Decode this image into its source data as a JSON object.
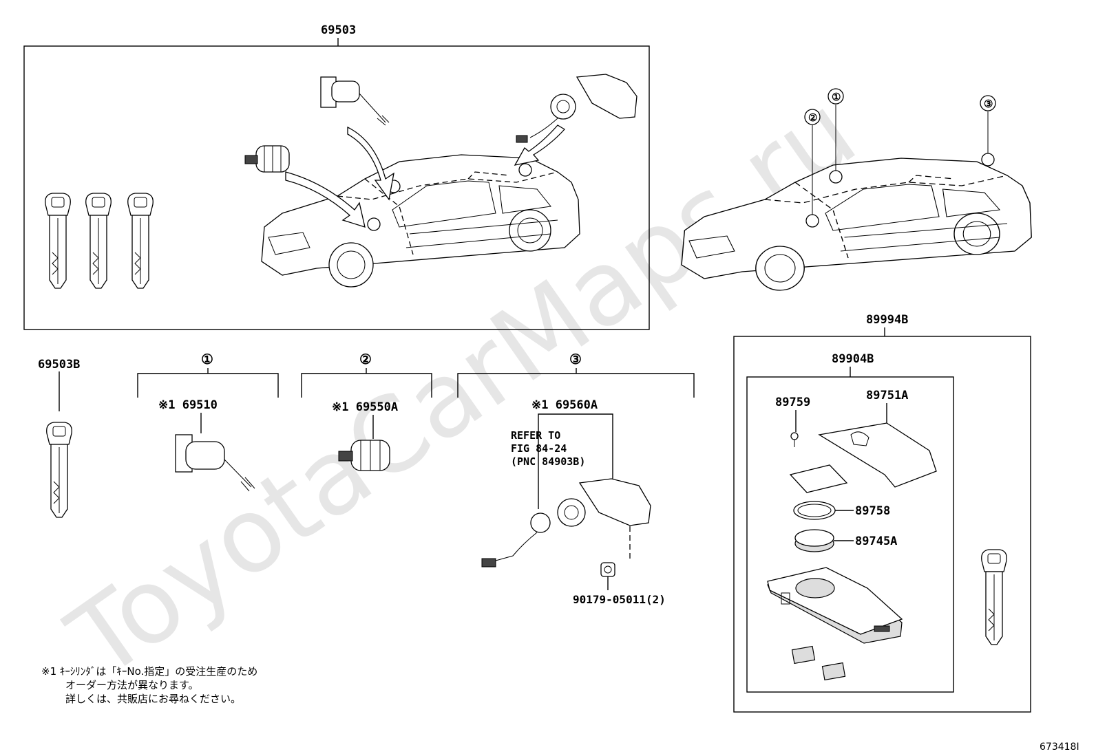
{
  "watermark": "ToyotaCarMaps.ru",
  "figure_id": "673418I",
  "labels": {
    "p69503": "69503",
    "p69503B": "69503B",
    "circ1": "①",
    "circ2": "②",
    "circ3": "③",
    "p69510": "※1 69510",
    "p69550A": "※1 69550A",
    "p69560A": "※1 69560A",
    "refer1": "REFER TO",
    "refer2": "FIG 84-24",
    "refer3": "(PNC 84903B)",
    "p90179": "90179-05011(2)",
    "p89994B": "89994B",
    "p89904B": "89904B",
    "p89759": "89759",
    "p89751A": "89751A",
    "p89758": "89758",
    "p89745A": "89745A",
    "car_callout1": "①",
    "car_callout2": "②",
    "car_callout3": "③"
  },
  "footnote": {
    "line1": "※1 ｷｰｼﾘﾝﾀﾞは「ｷｰNo.指定」の受注生産のため",
    "line2": "オーダー方法が異なります。",
    "line3": "詳しくは、共販店にお尋ねください。"
  }
}
